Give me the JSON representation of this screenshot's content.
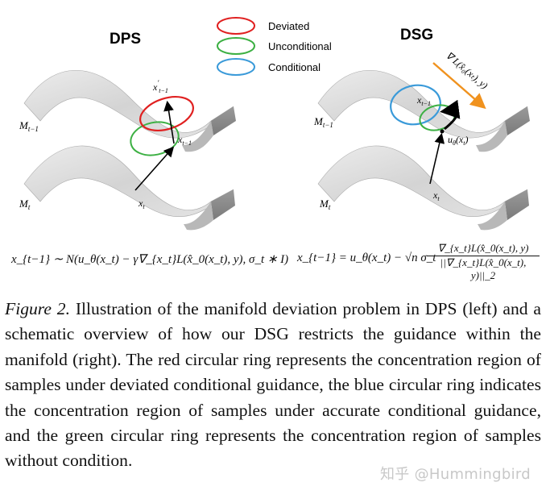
{
  "figure": {
    "left_title": "DPS",
    "right_title": "DSG",
    "legend": [
      {
        "label": "Deviated",
        "color": "#e02020"
      },
      {
        "label": "Unconditional",
        "color": "#3cb043"
      },
      {
        "label": "Conditional",
        "color": "#3a9ad9"
      }
    ],
    "manifold_upper_label": "M",
    "manifold_upper_sub": "t−1",
    "manifold_lower_label": "M",
    "manifold_lower_sub": "t",
    "left_points": {
      "x_prime": "x",
      "x_prime_sup": "′",
      "x_prime_sub": "t−1",
      "x_t1": "x",
      "x_t1_sub": "t−1",
      "x_t": "x",
      "x_t_sub": "t"
    },
    "right_points": {
      "x_t1": "x",
      "x_t1_sub": "t−1",
      "u": "u",
      "u_sub": "θ",
      "u_arg": "(x",
      "u_arg_sub": "t",
      "u_arg_close": ")",
      "x_t": "x",
      "x_t_sub": "t"
    },
    "gradient_label": "∇ L(x̂₀(xₜ), y)",
    "gradient_color": "#f0921e",
    "eq_left": "x_{t−1} ∼ N(u_θ(x_t) − γ∇_{x_t}L(x̂_0(x_t), y), σ_t ∗ I)",
    "eq_right_lhs": "x_{t−1} = u_θ(x_t) − √n σ_t",
    "eq_right_num": "∇_{x_t}L(x̂_0(x_t), y)",
    "eq_right_den": "||∇_{x_t}L(x̂_0(x_t), y)||_2"
  },
  "caption": {
    "label": "Figure 2.",
    "text": "Illustration of the manifold deviation problem in DPS (left) and a schematic overview of how our DSG restricts the guidance within the manifold (right). The red circular ring represents the concentration region of samples under deviated conditional guidance, the blue circular ring indicates the concentration region of samples under accurate conditional guidance, and the green circular ring represents the concentration region of samples without condition."
  },
  "watermark": "知乎 @Hummingbird"
}
